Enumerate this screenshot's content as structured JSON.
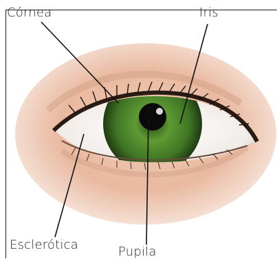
{
  "labels": {
    "cornea": "Córnea",
    "iris": "Iris",
    "esclerotica": "Esclerótica",
    "pupila": "Pupila"
  },
  "colors": {
    "skin": "#e8bfa8",
    "sclera": "#f4f1ef",
    "iris": "#4a7a2e",
    "pupil": "#0a0a0a",
    "line": "#111111"
  }
}
